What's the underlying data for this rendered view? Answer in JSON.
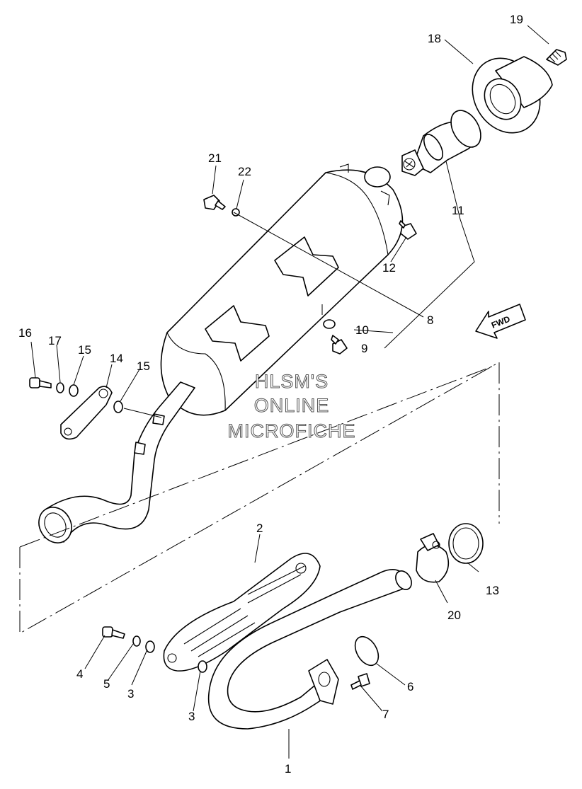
{
  "callouts": {
    "c1": "1",
    "c2": "2",
    "c3a": "3",
    "c3b": "3",
    "c4": "4",
    "c5": "5",
    "c6": "6",
    "c7": "7",
    "c8": "8",
    "c9": "9",
    "c10": "10",
    "c11": "11",
    "c12": "12",
    "c13": "13",
    "c14": "14",
    "c15a": "15",
    "c15b": "15",
    "c16": "16",
    "c17": "17",
    "c18": "18",
    "c19": "19",
    "c20": "20",
    "c21": "21",
    "c22": "22"
  },
  "watermark": {
    "line1": "HLSM'S",
    "line2": "ONLINE",
    "line3": "MICROFICHE"
  },
  "direction_label": "FWD"
}
